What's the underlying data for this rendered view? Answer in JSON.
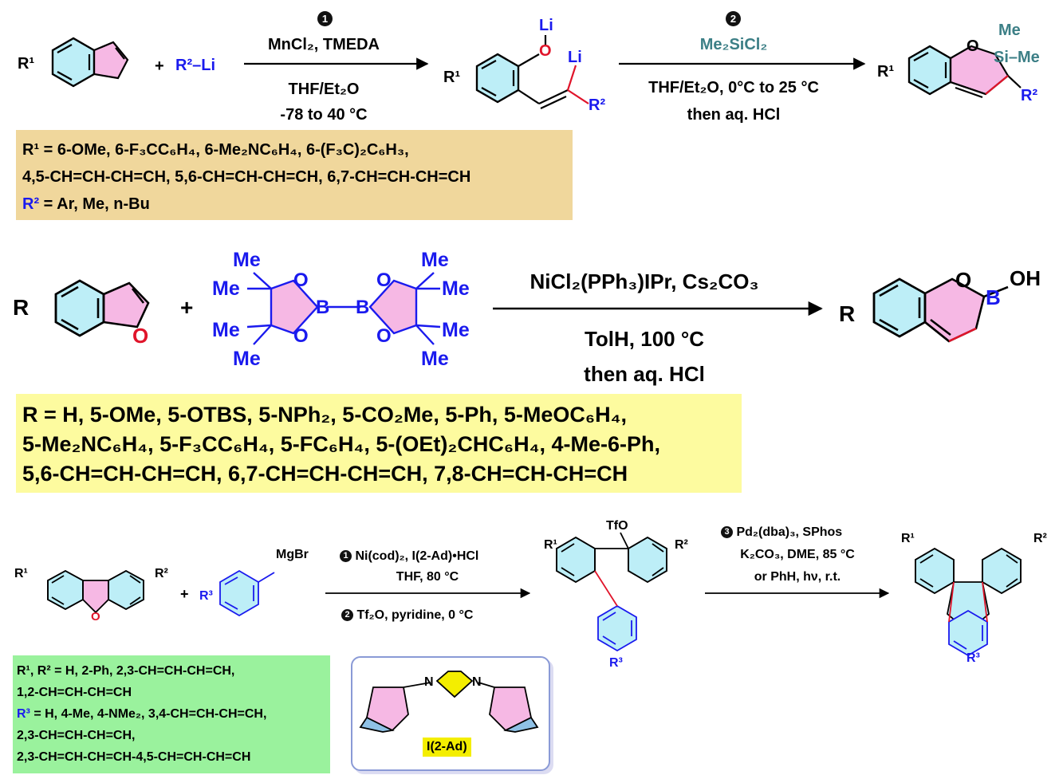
{
  "scheme1": {
    "reactant_r1": "R¹",
    "plus": "+",
    "reagent_r2li": "R²–Li",
    "step_number": "1",
    "conditions_top": "MnCl₂, TMEDA",
    "conditions_bottom_1": "THF/Et₂O",
    "conditions_bottom_2": "-78 to 40 °C",
    "intermediate_li_o": "Li",
    "intermediate_li_c": "Li",
    "intermediate_r1": "R¹",
    "intermediate_r2": "R²",
    "step2_number": "2",
    "step2_reagent": "Me₂SiCl₂",
    "step2_conditions_1": "THF/Et₂O, 0°C to 25 °C",
    "step2_conditions_2": "then aq. HCl",
    "product_r1": "R¹",
    "product_r2": "R²",
    "product_me_top": "Me",
    "product_si_me": "Si–Me",
    "scope_line1": "R¹ = 6-OMe, 6-F₃CC₆H₄, 6-Me₂NC₆H₄, 6-(F₃C)₂C₆H₃,",
    "scope_line2": "4,5-CH=CH-CH=CH, 5,6-CH=CH-CH=CH, 6,7-CH=CH-CH=CH",
    "scope_line3_label": "R²",
    "scope_line3_rest": " = Ar, Me, n-Bu"
  },
  "scheme2": {
    "reactant_r": "R",
    "plus": "+",
    "b2pin2_me": [
      "Me",
      "Me",
      "Me",
      "Me",
      "Me",
      "Me",
      "Me",
      "Me"
    ],
    "b2pin2_atoms": [
      "O",
      "O",
      "O",
      "O",
      "B",
      "B"
    ],
    "conditions_top": "NiCl₂(PPh₃)IPr, Cs₂CO₃",
    "conditions_bottom_1": "TolH, 100 °C",
    "conditions_bottom_2": "then  aq. HCl",
    "product_r": "R",
    "product_o": "O",
    "product_b": "B",
    "product_oh": "OH",
    "scope_line1": "R = H, 5-OMe, 5-OTBS, 5-NPh₂, 5-CO₂Me, 5-Ph, 5-MeOC₆H₄,",
    "scope_line2": "5-Me₂NC₆H₄, 5-F₃CC₆H₄, 5-FC₆H₄, 5-(OEt)₂CHC₆H₄, 4-Me-6-Ph,",
    "scope_line3": "5,6-CH=CH-CH=CH, 6,7-CH=CH-CH=CH, 7,8-CH=CH-CH=CH"
  },
  "scheme3": {
    "reactant_r1": "R¹",
    "reactant_r2": "R²",
    "plus": "+",
    "grignard_r3": "R³",
    "grignard_mgbr": "MgBr",
    "step1_number": "1",
    "step1_reagent": "Ni(cod)₂, I(2-Ad)•HCl",
    "step1_conditions": "THF, 80 °C",
    "step2_number": "2",
    "step2_reagent": "Tf₂O, pyridine, 0 °C",
    "intermediate_tfo": "TfO",
    "intermediate_r1": "R¹",
    "intermediate_r2": "R²",
    "intermediate_r3": "R³",
    "step3_number": "3",
    "step3_line1": "Pd₂(dba)₃, SPhos",
    "step3_line2": "K₂CO₃, DME, 85 °C",
    "step3_line3": "or PhH, hν, r.t.",
    "product_r1": "R¹",
    "product_r2": "R²",
    "product_r3": "R³",
    "scope_line1": "R¹, R² = H, 2-Ph, 2,3-CH=CH-CH=CH,",
    "scope_line2": "1,2-CH=CH-CH=CH",
    "scope_line3_label": "R³",
    "scope_line3_rest": " = H, 4-Me, 4-NMe₂, 3,4-CH=CH-CH=CH,",
    "scope_line4": "2,3-CH=CH-CH=CH,",
    "scope_line5": "2,3-CH=CH-CH=CH-4,5-CH=CH-CH=CH",
    "ligand_label": "I(2-Ad)",
    "ligand_n1": "N",
    "ligand_n2": "N"
  },
  "colors": {
    "ring_fill": "#bdeef7",
    "pink_fill": "#f6b8e4",
    "blue": "#1a1aee",
    "red_bond": "#e0142a",
    "teal_text": "#3c7f86",
    "scope1_bg": "#f0d79c",
    "scope2_bg": "#fdfb9f",
    "scope3_bg": "#9af29d",
    "ligand_label_bg": "#f4ee00"
  }
}
